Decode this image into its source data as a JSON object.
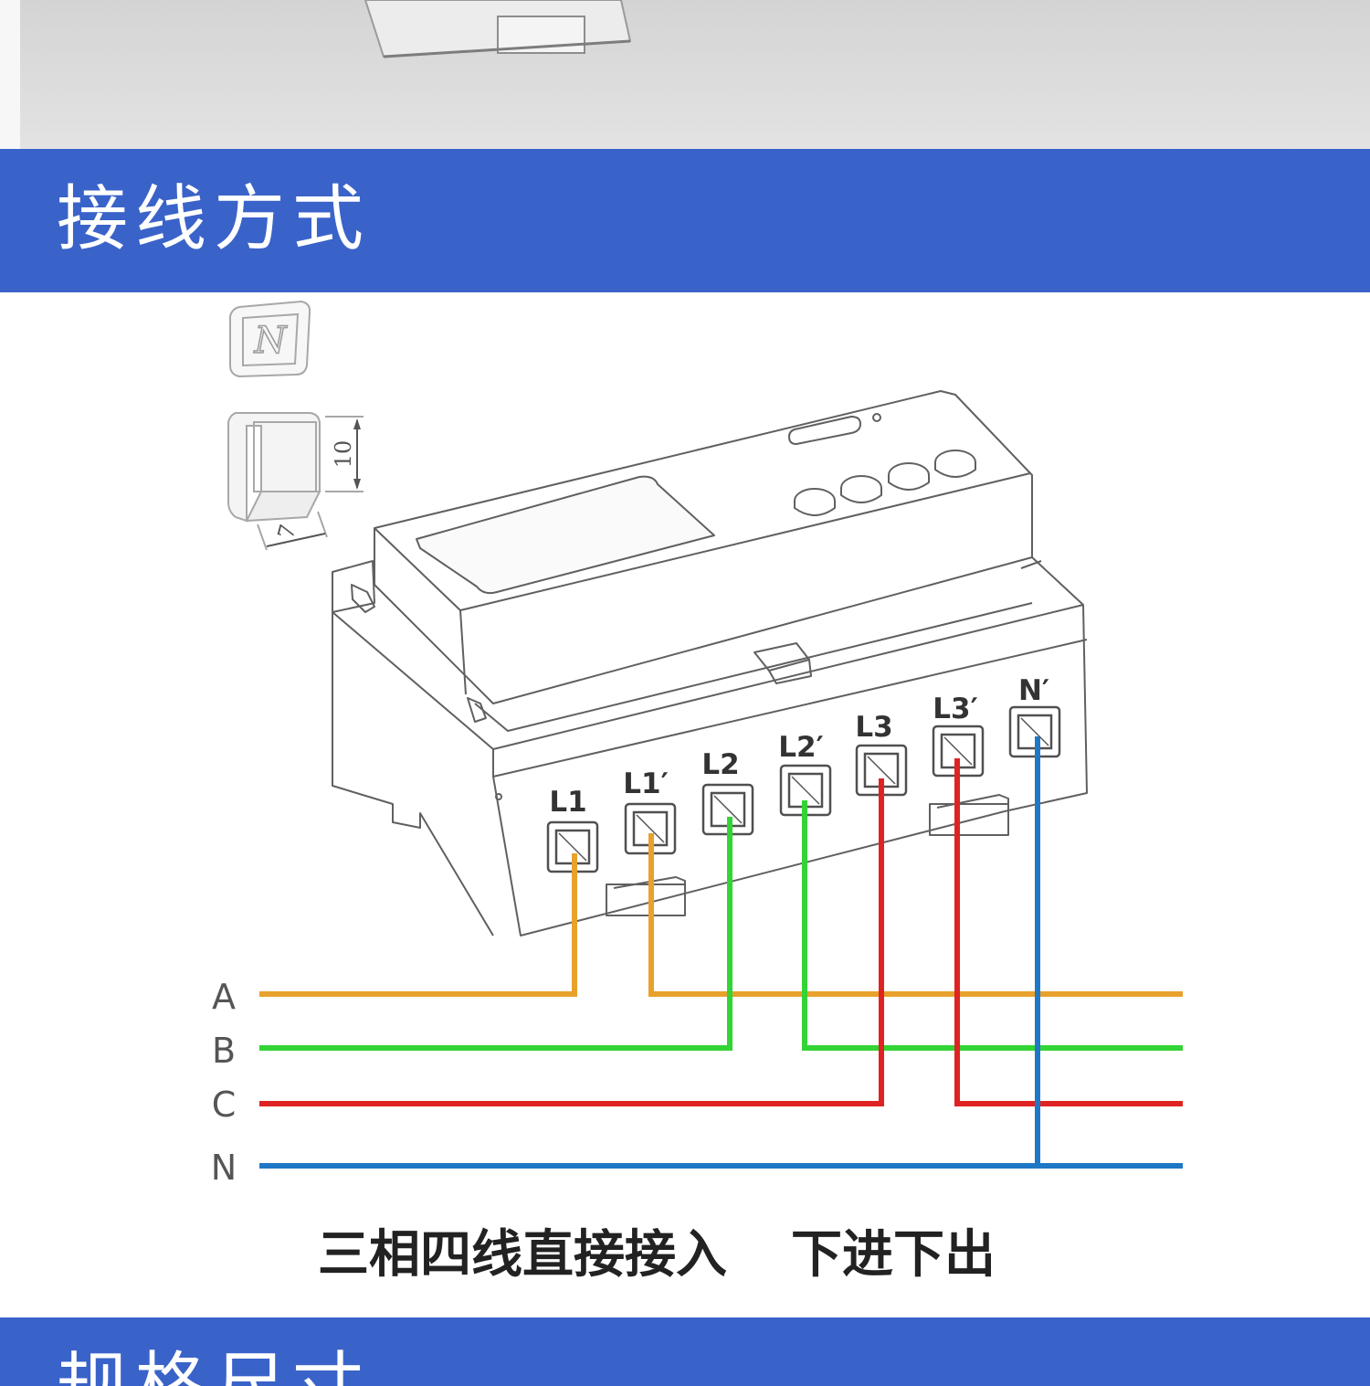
{
  "section1": {
    "title": "接线方式"
  },
  "section2": {
    "title": "规格尺寸"
  },
  "callout": {
    "logo": "N",
    "dim_height": "10",
    "dim_width": "7"
  },
  "terminals": [
    "L1",
    "L1′",
    "L2",
    "L2′",
    "L3",
    "L3′",
    "N′"
  ],
  "phases": [
    {
      "label": "A",
      "color": "#e8a12c"
    },
    {
      "label": "B",
      "color": "#33d435"
    },
    {
      "label": "C",
      "color": "#df2323"
    },
    {
      "label": "N",
      "color": "#1f78c6"
    }
  ],
  "caption": {
    "mode": "三相四线直接接入",
    "direction": "下进下出"
  }
}
